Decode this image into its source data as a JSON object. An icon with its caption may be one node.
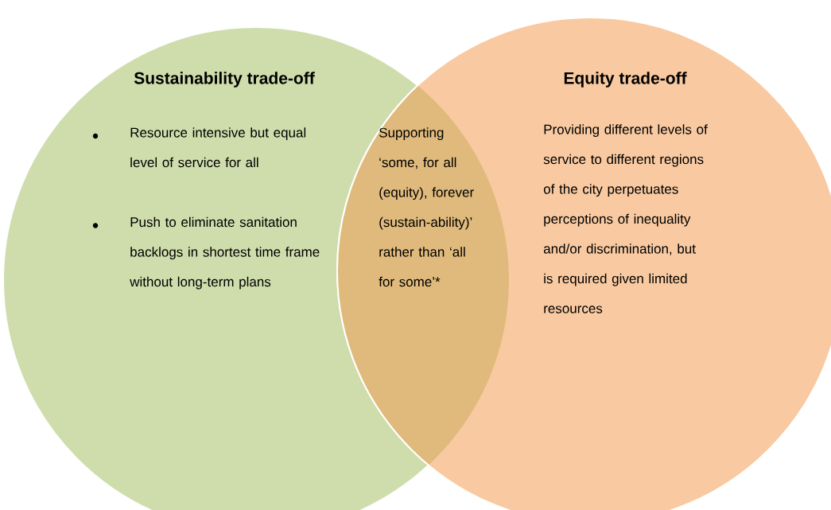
{
  "diagram": {
    "nodes": [
      {
        "text": [
          "Sustainability trade-off",
          "Resource intensive but equal level of service for all",
          "Push to eliminate sanitation backlogs in shortest time frame without long-term plans"
        ]
      },
      {
        "text": [
          "Equity trade-off",
          "Providing different levels of service to different regions of the city perpetuates perceptions of inequality and/or discrimination, but is required given limited resources"
        ]
      },
      {
        "text": [
          "Supporting ‘some, for all (equity), forever (sustain-ability)’ rather than ‘all for some’*"
        ]
      }
    ]
  }
}
